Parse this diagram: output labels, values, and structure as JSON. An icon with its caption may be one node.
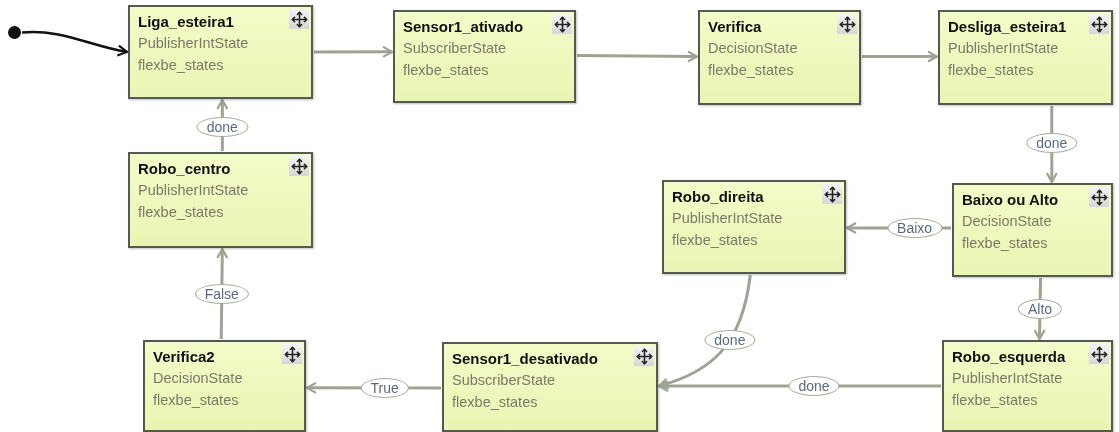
{
  "diagram": {
    "nodes": [
      {
        "text": [],
        "shape": "circle"
      },
      {
        "text": [
          "Liga_esteira1",
          "PublisherIntState",
          "flexbe_states"
        ]
      },
      {
        "text": [
          "Sensor1_ativado",
          "SubscriberState",
          "flexbe_states"
        ]
      },
      {
        "text": [
          "Verifica",
          "DecisionState",
          "flexbe_states"
        ]
      },
      {
        "text": [
          "Desliga_esteira1",
          "PublisherIntState",
          "flexbe_states"
        ]
      },
      {
        "text": [
          "Robo_centro",
          "PublisherIntState",
          "flexbe_states"
        ]
      },
      {
        "text": [
          "Robo_direita",
          "PublisherIntState",
          "flexbe_states"
        ]
      },
      {
        "text": [
          "Baixo ou Alto",
          "DecisionState",
          "flexbe_states"
        ]
      },
      {
        "text": [
          "Verifica2",
          "DecisionState",
          "flexbe_states"
        ]
      },
      {
        "text": [
          "Sensor1_desativado",
          "SubscriberState",
          "flexbe_states"
        ]
      },
      {
        "text": [
          "Robo_esquerda",
          "PublisherIntState",
          "flexbe_states"
        ]
      }
    ],
    "edges": [
      {
        "from": 0,
        "to": 1,
        "arrow": "to",
        "color": "#111111"
      },
      {
        "from": 1,
        "to": 2,
        "arrow": "to"
      },
      {
        "from": 2,
        "to": 3,
        "arrow": "to"
      },
      {
        "from": 3,
        "to": 4,
        "arrow": "to"
      },
      {
        "from": 4,
        "to": 7,
        "arrow": "to",
        "label": "done"
      },
      {
        "from": 7,
        "to": 6,
        "arrow": "to",
        "label": "Baixo"
      },
      {
        "from": 7,
        "to": 10,
        "arrow": "to",
        "label": "Alto"
      },
      {
        "from": 6,
        "to": 9,
        "arrow": "to",
        "label": "done"
      },
      {
        "from": 10,
        "to": 9,
        "arrow": "to",
        "label": "done"
      },
      {
        "from": 9,
        "to": 8,
        "arrow": "to",
        "label": "True"
      },
      {
        "from": 8,
        "to": 5,
        "arrow": "to",
        "label": "False"
      },
      {
        "from": 5,
        "to": 1,
        "arrow": "to",
        "label": "done"
      }
    ]
  }
}
